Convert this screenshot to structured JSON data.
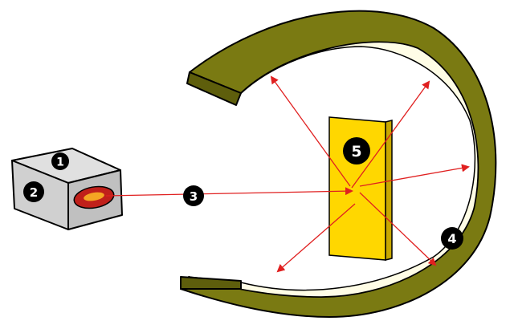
{
  "colors": {
    "screen_outer": "#7a7a12",
    "screen_inner": "#fffde6",
    "foil": "#ffd700",
    "foil_side": "#c9a800",
    "box_front": "#d0d0d0",
    "box_top": "#e0e0e0",
    "box_side": "#c0c0c0",
    "source_ring": "#c0201a",
    "source_core": "#f5a623",
    "ray": "#e02020",
    "marker_fill": "#000000",
    "marker_text": "#ffffff"
  },
  "markers": [
    {
      "id": "m1",
      "label": "1"
    },
    {
      "id": "m2",
      "label": "2"
    },
    {
      "id": "m3",
      "label": "3"
    },
    {
      "id": "m4",
      "label": "4"
    },
    {
      "id": "m5",
      "label": "5"
    }
  ]
}
